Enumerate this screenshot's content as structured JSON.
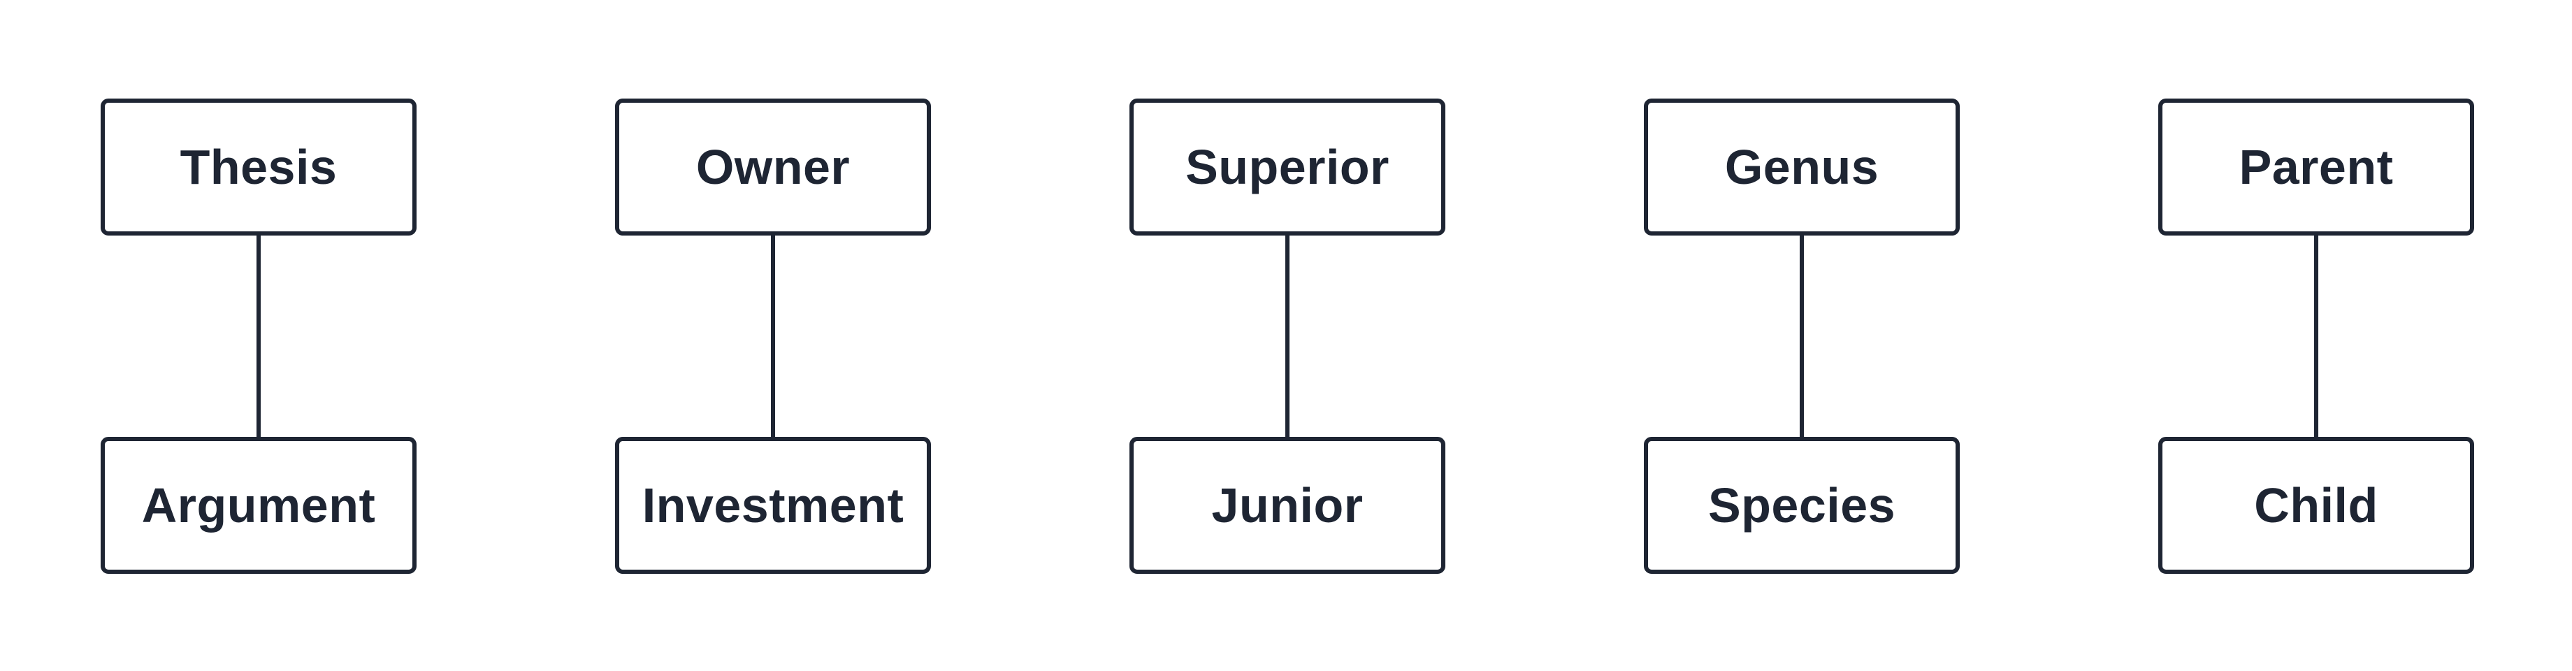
{
  "pairs": [
    {
      "top": "Thesis",
      "bottom": "Argument"
    },
    {
      "top": "Owner",
      "bottom": "Investment"
    },
    {
      "top": "Superior",
      "bottom": "Junior"
    },
    {
      "top": "Genus",
      "bottom": "Species"
    },
    {
      "top": "Parent",
      "bottom": "Child"
    }
  ],
  "colors": {
    "stroke": "#1e2533",
    "text": "#1e2533",
    "background": "#ffffff"
  }
}
